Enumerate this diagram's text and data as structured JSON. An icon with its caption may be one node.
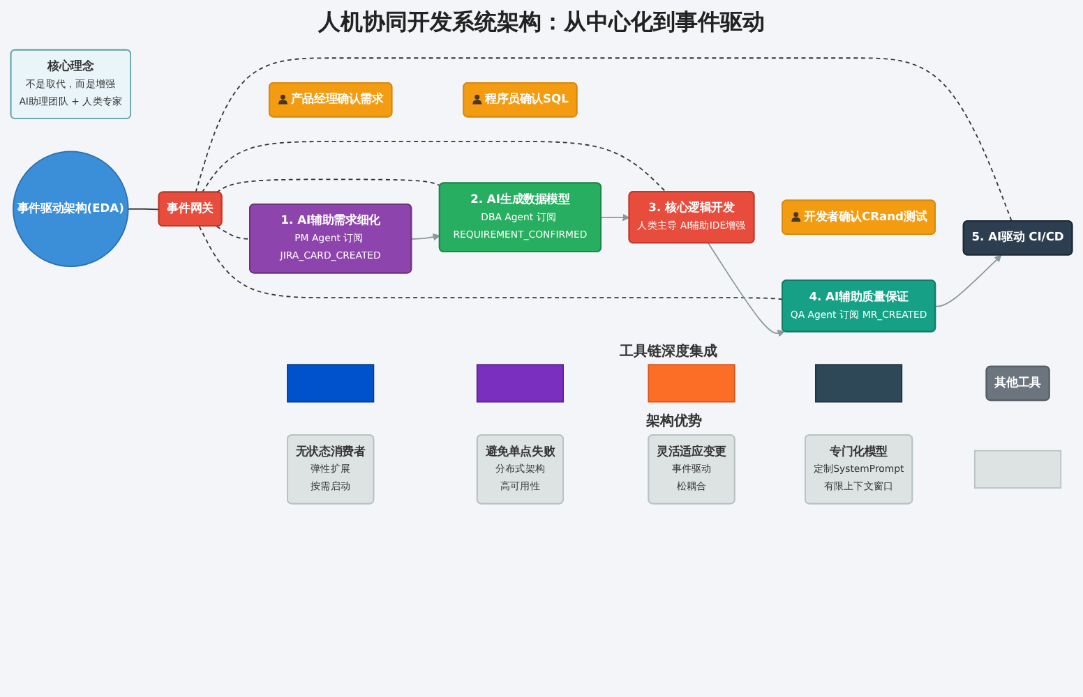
{
  "diagram": {
    "title": "人机协同开发系统架构：从中心化到事件驱动",
    "nodes": [
      {
        "text": [
          "核心理念",
          "不是取代，而是增强",
          "AI助理团队 + 人类专家"
        ]
      },
      {
        "text": [
          "事件驱动架构(EDA)"
        ]
      },
      {
        "text": [
          "事件网关"
        ]
      },
      {
        "text": [
          "1. AI辅助需求细化",
          "PM Agent 订阅 JIRA_CARD_CREATED"
        ]
      },
      {
        "text": [
          "2. AI生成数据模型",
          "DBA Agent 订阅 REQUIREMENT_CONFIRMED"
        ]
      },
      {
        "text": [
          "3. 核心逻辑开发",
          "人类主导 AI辅助IDE增强"
        ]
      },
      {
        "text": [
          "4. AI辅助质量保证",
          "QA Agent 订阅 MR_CREATED"
        ]
      },
      {
        "text": [
          "5. AI驱动 CI/CD"
        ]
      },
      {
        "text": [
          "产品经理确认需求"
        ]
      },
      {
        "text": [
          "程序员确认SQL"
        ]
      },
      {
        "text": [
          "开发者确认CRand测试"
        ]
      },
      {
        "text": [],
        "shape": "box"
      },
      {
        "text": [],
        "shape": "box"
      },
      {
        "text": [],
        "shape": "box"
      },
      {
        "text": [],
        "shape": "box"
      },
      {
        "text": [
          "其他工具"
        ]
      },
      {
        "text": [
          "无状态消费者",
          "弹性扩展",
          "按需启动"
        ]
      },
      {
        "text": [
          "避免单点失败",
          "分布式架构",
          "高可用性"
        ]
      },
      {
        "text": [
          "灵活适应变更",
          "事件驱动",
          "松耦合"
        ]
      },
      {
        "text": [
          "专门化模型",
          "定制SystemPrompt",
          "有限上下文窗口"
        ]
      },
      {
        "text": [],
        "shape": "box"
      }
    ],
    "edges": [
      {
        "from": 1,
        "to": 2,
        "arrow": "none"
      },
      {
        "from": 2,
        "to": 3,
        "arrow": "none",
        "style": "dashed"
      },
      {
        "from": 2,
        "to": 4,
        "arrow": "none",
        "style": "dashed"
      },
      {
        "from": 2,
        "to": 5,
        "arrow": "none",
        "style": "dashed"
      },
      {
        "from": 2,
        "to": 6,
        "arrow": "none",
        "style": "dashed"
      },
      {
        "from": 2,
        "to": 7,
        "arrow": "none",
        "style": "dashed"
      },
      {
        "from": 3,
        "to": 4,
        "arrow": "to",
        "color": "#8c979c"
      },
      {
        "from": 4,
        "to": 5,
        "arrow": "to",
        "color": "#8c979c"
      },
      {
        "from": 5,
        "to": 6,
        "arrow": "to",
        "color": "#8c979c"
      },
      {
        "from": 6,
        "to": 7,
        "arrow": "to",
        "color": "#8c979c"
      }
    ],
    "labels": [
      "工具链深度集成",
      "架构优势"
    ]
  }
}
